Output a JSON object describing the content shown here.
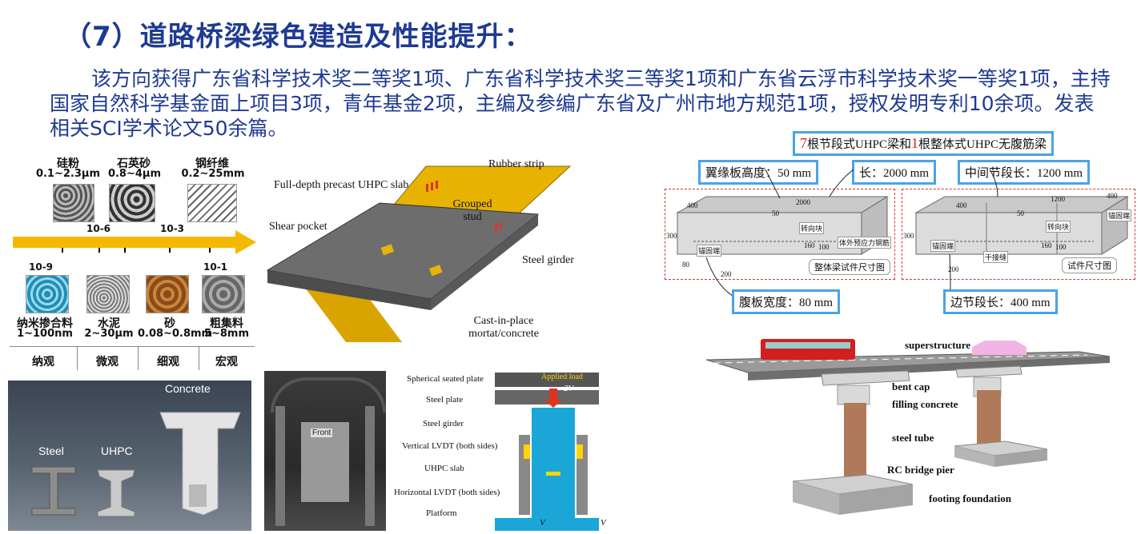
{
  "header": {
    "title": "（7）道路桥梁绿色建造及性能提升："
  },
  "intro": {
    "text": "该方向获得广东省科学技术奖二等奖1项、广东省科学技术奖三等奖1项和广东省云浮市科学技术奖一等奖1项，主持国家自然科学基金面上项目3项，青年基金2项，主编及参编广东省及广州市地方规范1项，授权发明专利10余项。发表相关SCI学术论文50余篇。"
  },
  "scale_figure": {
    "top_items": [
      {
        "name": "硅粉",
        "range": "0.1~2.3μm"
      },
      {
        "name": "石英砂",
        "range": "0.8~4μm"
      },
      {
        "name": "钢纤维",
        "range": "0.2~25mm"
      }
    ],
    "ticks": [
      "10-6",
      "10-3",
      "10-9",
      "10-1"
    ],
    "bottom_items": [
      {
        "name": "纳米掺合料",
        "range": "1~100nm"
      },
      {
        "name": "水泥",
        "range": "2~30μm"
      },
      {
        "name": "砂",
        "range": "0.08~0.8mm"
      },
      {
        "name": "粗集料",
        "range": "5~8mm"
      }
    ],
    "levels": [
      "纳观",
      "微观",
      "细观",
      "宏观"
    ]
  },
  "photo_beams": {
    "labels": [
      "Concrete",
      "Steel",
      "UHPC"
    ]
  },
  "slab_figure": {
    "labels": [
      "Full-depth precast UHPC slab",
      "Rubber strip",
      "Grouped stud",
      "Shear pocket",
      "Steel girder",
      "Cast-in-place mortat/concrete"
    ]
  },
  "test_figure": {
    "labels": [
      "Spherical seated plate",
      "Steel plate",
      "Steel girder",
      "Vertical LVDT (both sides)",
      "UHPC slab",
      "Horizontal LVDT (both sides)",
      "Platform"
    ],
    "load_label": "Applied load",
    "load_value": "2V",
    "front": "Front",
    "reaction": "V"
  },
  "uhpc_beam_figure": {
    "title_count1": "7",
    "title_mid": "根节段式UHPC梁和",
    "title_count2": "1",
    "title_tail": "根整体式UHPC无腹筋梁",
    "boxes": [
      "翼缘板高度：50 mm",
      "长：2000 mm",
      "中间节段长：1200 mm",
      "腹板宽度：80 mm",
      "边节段长：400 mm"
    ],
    "caption_left": "整体梁试件尺寸图",
    "caption_right": "试件尺寸图",
    "dims_left": [
      "300",
      "400",
      "2000",
      "50",
      "160",
      "100",
      "80",
      "200"
    ],
    "dims_right": [
      "300",
      "400",
      "1200",
      "400",
      "50",
      "160",
      "100",
      "200"
    ],
    "small_left": [
      "锚固端",
      "转向块",
      "体外预应力钢筋"
    ],
    "small_right": [
      "锚固端",
      "转向块",
      "干接缝",
      "锚固端"
    ]
  },
  "bridge_figure": {
    "labels": [
      "superstructure",
      "bent cap",
      "filling concrete",
      "steel tube",
      "RC bridge pier",
      "footing foundation"
    ]
  },
  "colors": {
    "title": "#1f3a93",
    "accent_box": "#4aa3e6",
    "arrow": "#f5b800",
    "girder": "#e0a800",
    "red_dash": "#d33"
  }
}
